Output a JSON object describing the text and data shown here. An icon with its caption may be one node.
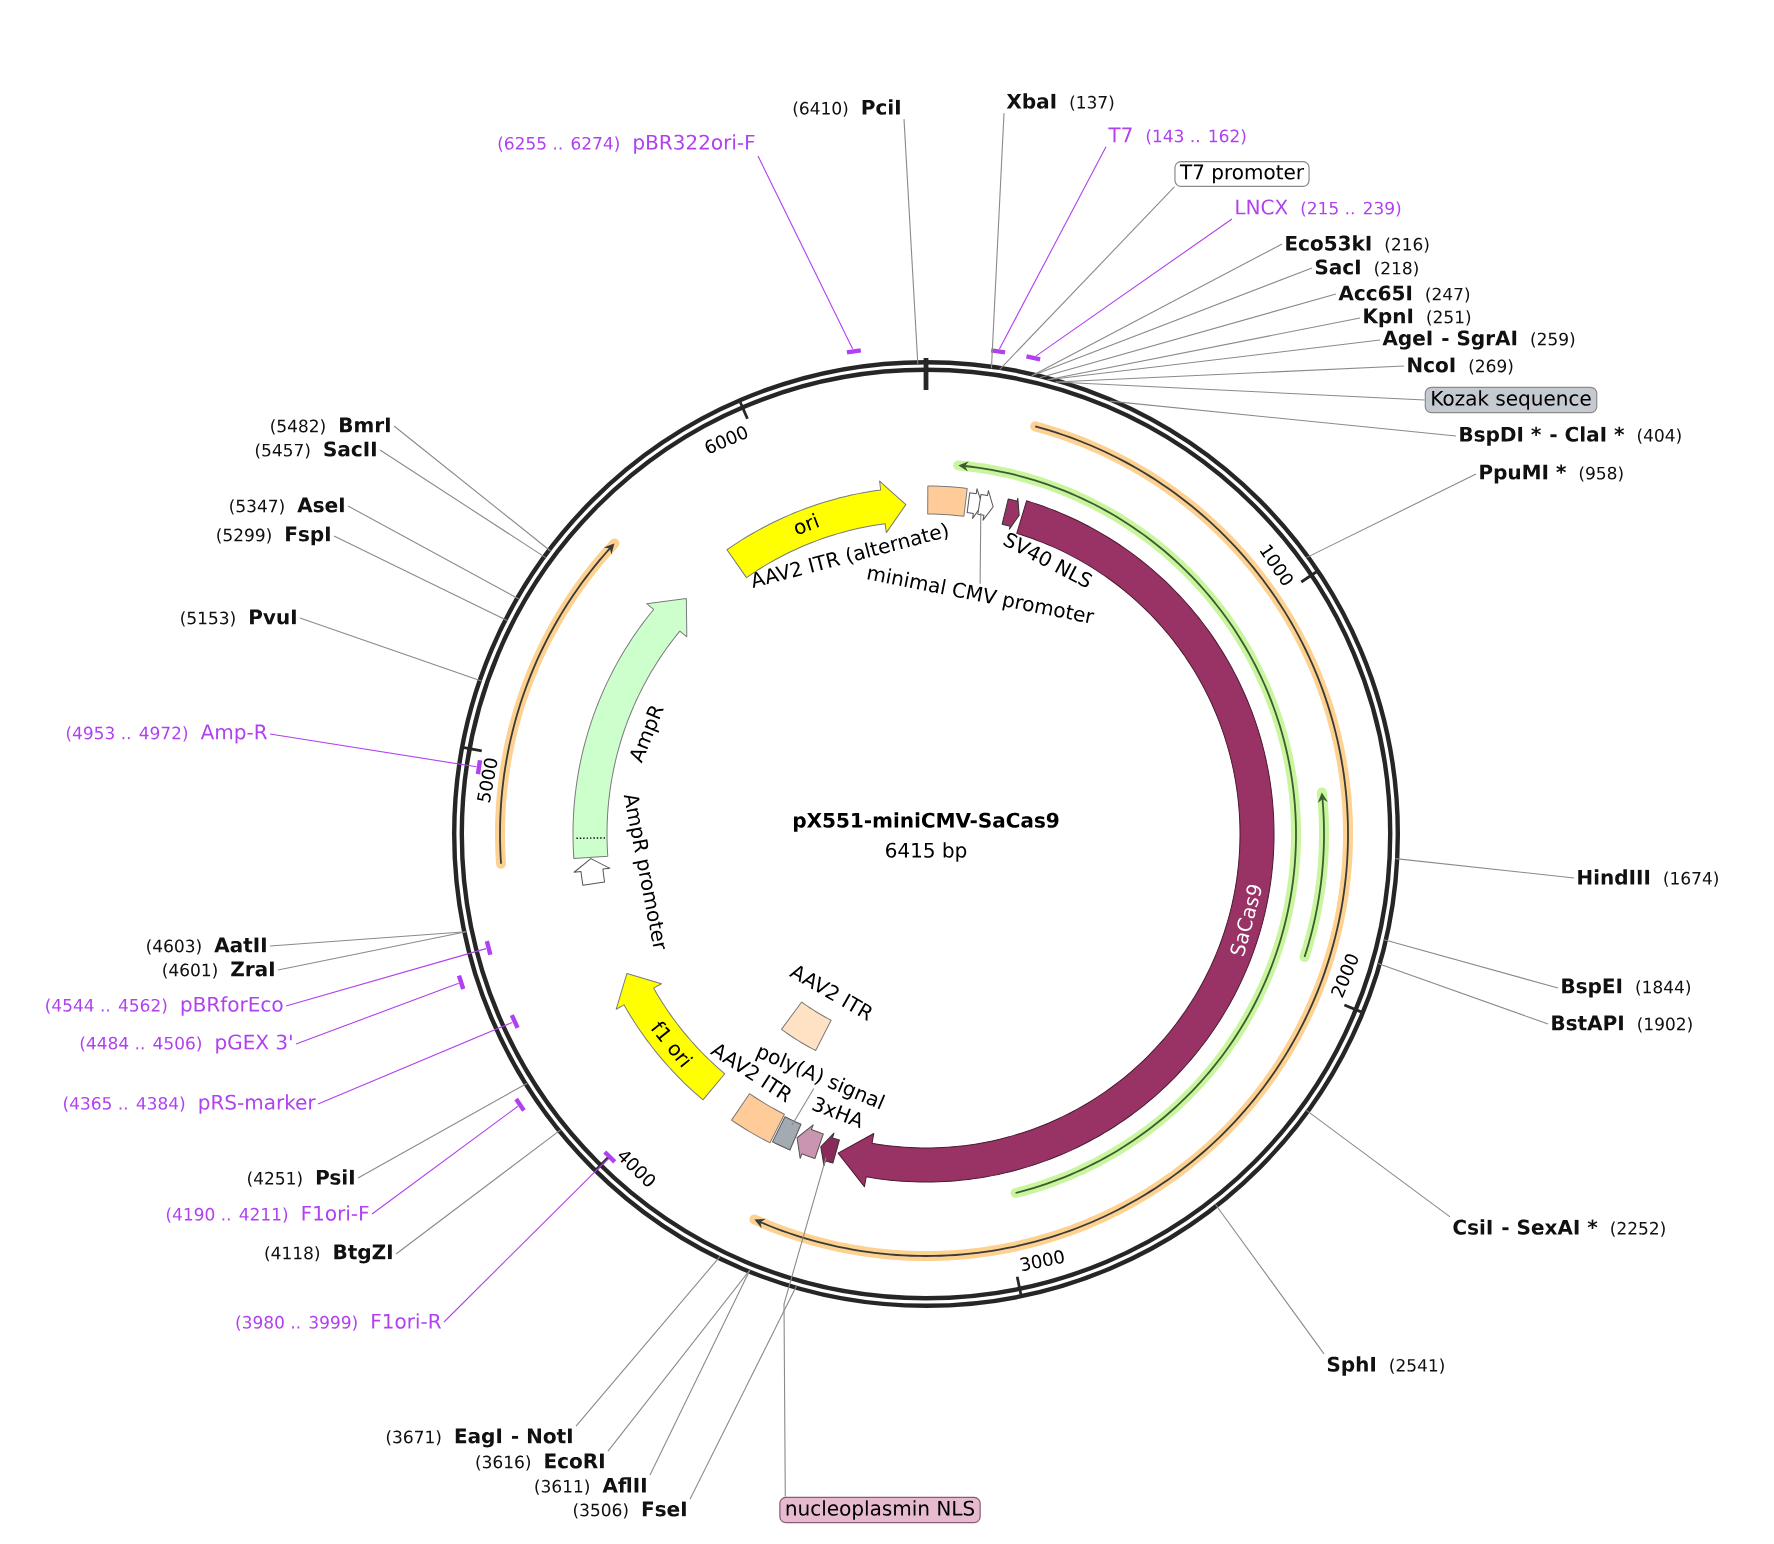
{
  "diagram": {
    "title": "pX551-miniCMV-SaCas9",
    "nodes": [
      {
        "text": [],
        "shape": "circle"
      },
      {
        "text": [
          "ori"
        ],
        "in": 0
      },
      {
        "text": [],
        "shape": "box",
        "beside": [
          "AAV2 ITR (alternate)"
        ],
        "in": 0
      },
      {
        "text": [],
        "shape": "arrow",
        "in": 0
      },
      {
        "text": [
          "minimal CMV promoter"
        ],
        "in": 0
      },
      {
        "text": [],
        "shape": "arrow",
        "beside": [
          "SV40 NLS"
        ],
        "in": 0
      },
      {
        "text": [
          "SaCas9"
        ],
        "in": 0
      },
      {
        "text": [],
        "shape": "arrow",
        "in": 0
      },
      {
        "text": [],
        "shape": "arrow",
        "beside": [
          "3xHA"
        ],
        "in": 0
      },
      {
        "text": [],
        "shape": "box",
        "in": 0
      },
      {
        "text": [
          "poly(A) signal"
        ],
        "in": 0
      },
      {
        "text": [],
        "shape": "box",
        "beside": [
          "AAV2 ITR"
        ],
        "in": 0
      },
      {
        "text": [],
        "shape": "box",
        "beside": [
          "AAV2 ITR"
        ],
        "in": 0
      },
      {
        "text": [
          "f1 ori"
        ],
        "in": 0
      },
      {
        "text": [],
        "shape": "arrow",
        "in": 0
      },
      {
        "text": [],
        "shape": "arrow",
        "beside": [
          "AmpR"
        ],
        "in": 0
      },
      {
        "text": [
          "(6410)",
          "PciI"
        ]
      },
      {
        "text": [
          "XbaI",
          "(137)"
        ]
      },
      {
        "text": [
          "T7",
          "(143 .. 162)"
        ]
      },
      {
        "text": [
          "(6255 .. 6274)",
          "pBR322ori-F"
        ]
      },
      {
        "text": [
          "T7 promoter"
        ]
      },
      {
        "text": [
          "LNCX",
          "(215 .. 239)"
        ]
      },
      {
        "text": [
          "Eco53kI",
          "(216)"
        ]
      },
      {
        "text": [
          "SacI",
          "(218)"
        ]
      },
      {
        "text": [
          "Acc65I",
          "(247)"
        ]
      },
      {
        "text": [
          "KpnI",
          "(251)"
        ]
      },
      {
        "text": [
          "AgeI",
          "- SgrAI",
          "(259)"
        ]
      },
      {
        "text": [
          "NcoI",
          "(269)"
        ]
      },
      {
        "text": [
          "Kozak sequence"
        ]
      },
      {
        "text": [
          "(5482)",
          "BmrI"
        ]
      },
      {
        "text": [
          "BspDI *",
          "- ClaI *",
          "(404)"
        ]
      },
      {
        "text": [
          "(5457)",
          "SacII"
        ]
      },
      {
        "text": [
          "PpuMI *",
          "(958)"
        ]
      },
      {
        "text": [
          "(5347)",
          "AseI"
        ]
      },
      {
        "text": [
          "(5299)",
          "FspI"
        ]
      },
      {
        "text": [
          "(5153)",
          "PvuI"
        ]
      },
      {
        "text": [
          "(4953 .. 4972)",
          "Amp-R"
        ]
      },
      {
        "text": [
          "HindIII",
          "(1674)"
        ]
      },
      {
        "text": [
          "(4603)",
          "AatII"
        ]
      },
      {
        "text": [
          "(4601)",
          "ZraI"
        ]
      },
      {
        "text": [
          "BspEI",
          "(1844)"
        ]
      },
      {
        "text": [
          "(4544 .. 4562)",
          "pBRforEco"
        ]
      },
      {
        "text": [
          "BstAPI",
          "(1902)"
        ]
      },
      {
        "text": [
          "(4484 .. 4506)",
          "pGEX 3'"
        ]
      },
      {
        "text": [
          "(4365 .. 4384)",
          "pRS-marker"
        ]
      },
      {
        "text": [
          "(4251)",
          "PsiI"
        ]
      },
      {
        "text": [
          "(4190 .. 4211)",
          "F1ori-F"
        ]
      },
      {
        "text": [
          "CsiI",
          "- SexAI *",
          "(2252)"
        ]
      },
      {
        "text": [
          "(4118)",
          "BtgZI"
        ]
      },
      {
        "text": [
          "(3980 .. 3999)",
          "F1ori-R"
        ]
      },
      {
        "text": [
          "SphI",
          "(2541)"
        ]
      },
      {
        "text": [
          "(3671)",
          "EagI",
          "- NotI"
        ]
      },
      {
        "text": [
          "(3616)",
          "EcoRI"
        ]
      },
      {
        "text": [
          "(3611)",
          "AflII"
        ]
      },
      {
        "text": [
          "(3506)",
          "FseI"
        ]
      },
      {
        "text": [
          "nucleoplasmin NLS"
        ]
      },
      {
        "text": [],
        "shape": "bar"
      },
      {
        "text": [],
        "shape": "bar"
      },
      {
        "text": [],
        "shape": "bar"
      },
      {
        "text": [],
        "shape": "bar",
        "in": 0
      },
      {
        "text": [],
        "shape": "bar",
        "in": 0
      },
      {
        "text": [],
        "shape": "bar"
      },
      {
        "text": [],
        "shape": "bar",
        "in": 0
      },
      {
        "text": [],
        "shape": "bar"
      },
      {
        "text": [],
        "shape": "bar",
        "in": 0
      }
    ],
    "edges": [
      {
        "from": 4,
        "to": 3,
        "arrow": "none"
      },
      {
        "from": 10,
        "to": 9,
        "arrow": "none"
      },
      {
        "from": 16,
        "to": 0,
        "arrow": "none"
      },
      {
        "from": 17,
        "to": 0,
        "arrow": "none"
      },
      {
        "from": 18,
        "to": 57,
        "arrow": "none",
        "color": "#b040f0"
      },
      {
        "from": 19,
        "to": 56,
        "arrow": "none",
        "color": "#b040f0"
      },
      {
        "from": 20,
        "to": 0,
        "arrow": "none"
      },
      {
        "from": 21,
        "to": 58,
        "arrow": "none",
        "color": "#b040f0"
      },
      {
        "from": 22,
        "to": 0,
        "arrow": "none"
      },
      {
        "from": 23,
        "to": 0,
        "arrow": "none"
      },
      {
        "from": 24,
        "to": 0,
        "arrow": "none"
      },
      {
        "from": 25,
        "to": 0,
        "arrow": "none"
      },
      {
        "from": 26,
        "to": 0,
        "arrow": "none"
      },
      {
        "from": 27,
        "to": 0,
        "arrow": "none"
      },
      {
        "from": 28,
        "to": 0,
        "arrow": "none"
      },
      {
        "from": 29,
        "to": 0,
        "arrow": "none"
      },
      {
        "from": 30,
        "to": 0,
        "arrow": "none"
      },
      {
        "from": 31,
        "to": 0,
        "arrow": "none"
      },
      {
        "from": 32,
        "to": 0,
        "arrow": "none"
      },
      {
        "from": 33,
        "to": 0,
        "arrow": "none"
      },
      {
        "from": 34,
        "to": 0,
        "arrow": "none"
      },
      {
        "from": 35,
        "to": 0,
        "arrow": "none"
      },
      {
        "from": 36,
        "to": 59,
        "arrow": "none",
        "color": "#b040f0"
      },
      {
        "from": 37,
        "to": 0,
        "arrow": "none"
      },
      {
        "from": 38,
        "to": 0,
        "arrow": "none"
      },
      {
        "from": 39,
        "to": 0,
        "arrow": "none"
      },
      {
        "from": 40,
        "to": 0,
        "arrow": "none"
      },
      {
        "from": 41,
        "to": 60,
        "arrow": "none",
        "color": "#b040f0"
      },
      {
        "from": 42,
        "to": 0,
        "arrow": "none"
      },
      {
        "from": 43,
        "to": 61,
        "arrow": "none",
        "color": "#b040f0"
      },
      {
        "from": 44,
        "to": 62,
        "arrow": "none",
        "color": "#b040f0"
      },
      {
        "from": 45,
        "to": 0,
        "arrow": "none"
      },
      {
        "from": 46,
        "to": 63,
        "arrow": "none",
        "color": "#b040f0"
      },
      {
        "from": 47,
        "to": 0,
        "arrow": "none"
      },
      {
        "from": 48,
        "to": 0,
        "arrow": "none"
      },
      {
        "from": 49,
        "to": 64,
        "arrow": "none",
        "color": "#b040f0"
      },
      {
        "from": 50,
        "to": 0,
        "arrow": "none"
      },
      {
        "from": 51,
        "to": 0,
        "arrow": "none"
      },
      {
        "from": 52,
        "to": 0,
        "arrow": "none"
      },
      {
        "from": 53,
        "to": 0,
        "arrow": "none"
      },
      {
        "from": 54,
        "to": 0,
        "arrow": "none"
      },
      {
        "from": 55,
        "to": 7,
        "arrow": "none"
      }
    ],
    "labels": [
      "6000",
      "1000",
      "5000",
      "AmpR promoter",
      "6415 bp",
      "2000",
      "4000",
      "3000"
    ]
  }
}
